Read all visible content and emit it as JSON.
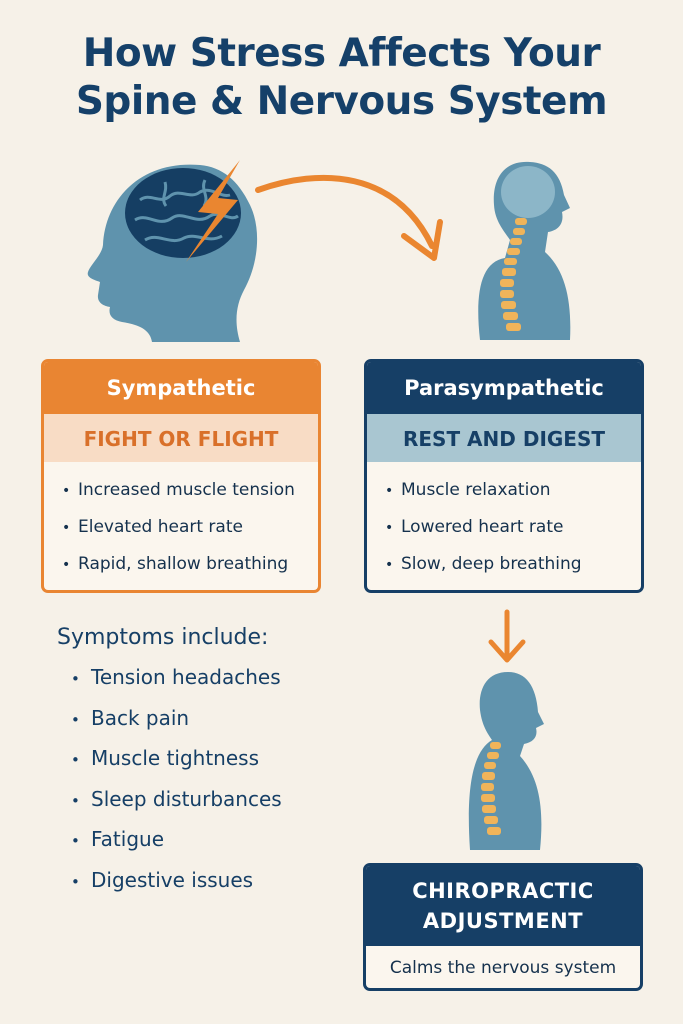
{
  "title": {
    "line1": "How Stress Affects Your",
    "line2": "Spine & Nervous System"
  },
  "sympathetic": {
    "header": "Sympathetic",
    "subheader": "FIGHT OR FLIGHT",
    "items": [
      "Increased muscle tension",
      "Elevated heart rate",
      "Rapid, shallow breathing"
    ]
  },
  "parasympathetic": {
    "header": "Parasympathetic",
    "subheader": "REST AND DIGEST",
    "items": [
      "Muscle relaxation",
      "Lowered heart rate",
      "Slow, deep breathing"
    ]
  },
  "symptoms": {
    "heading": "Symptoms include:",
    "items": [
      "Tension headaches",
      "Back pain",
      "Muscle tightness",
      "Sleep disturbances",
      "Fatigue",
      "Digestive issues"
    ]
  },
  "chiropractic": {
    "line1": "CHIROPRACTIC",
    "line2": "ADJUSTMENT",
    "description": "Calms the nervous system"
  },
  "colors": {
    "navy": "#163f66",
    "orange": "#e98532",
    "figure_blue": "#5f93ad",
    "background": "#f6f1e8"
  },
  "icons": [
    "head-brain-icon",
    "lightning-bolt-icon",
    "curved-arrow-icon",
    "spine-figure-icon",
    "down-arrow-icon"
  ]
}
